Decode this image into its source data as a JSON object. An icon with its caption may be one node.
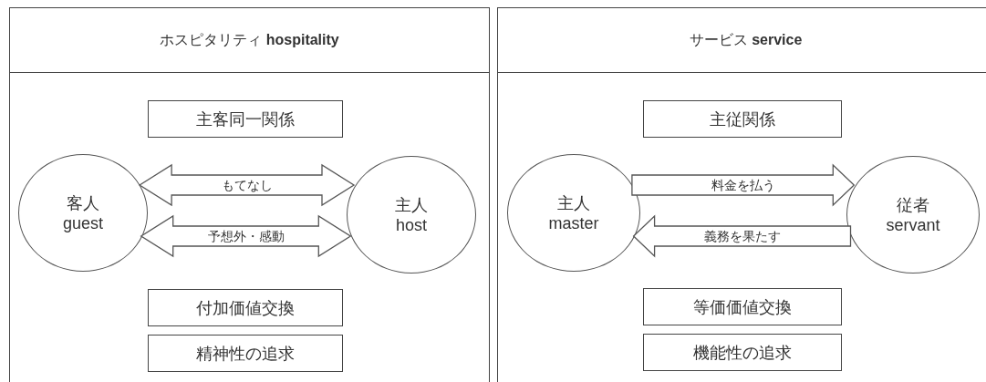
{
  "diagram": {
    "nodes": [
      {
        "text": [
          "ホスピタリティ **hospitality**"
        ]
      },
      {
        "text": [
          "主客同一関係"
        ],
        "in": 0
      },
      {
        "text": [
          "客人",
          "guest"
        ],
        "in": 0
      },
      {
        "text": [
          "主人",
          "host"
        ],
        "in": 0
      },
      {
        "text": [
          "付加価値交換"
        ],
        "in": 0
      },
      {
        "text": [
          "精神性の追求"
        ],
        "in": 0
      },
      {
        "text": [
          "サービス **service**"
        ]
      },
      {
        "text": [
          "主従関係"
        ],
        "in": 6
      },
      {
        "text": [
          "主人",
          "master"
        ],
        "in": 6
      },
      {
        "text": [
          "従者",
          "servant"
        ],
        "in": 6
      },
      {
        "text": [
          "等価価値交換"
        ],
        "in": 6
      },
      {
        "text": [
          "機能性の追求"
        ],
        "in": 6
      }
    ],
    "edges": [
      {
        "from": 2,
        "to": 3,
        "arrow": "both",
        "label": "もてなし"
      },
      {
        "from": 2,
        "to": 3,
        "arrow": "both",
        "label": "予想外・感動"
      },
      {
        "from": 8,
        "to": 9,
        "arrow": "to",
        "label": "料金を払う"
      },
      {
        "from": 9,
        "to": 8,
        "arrow": "to",
        "label": "義務を果たす"
      }
    ]
  }
}
